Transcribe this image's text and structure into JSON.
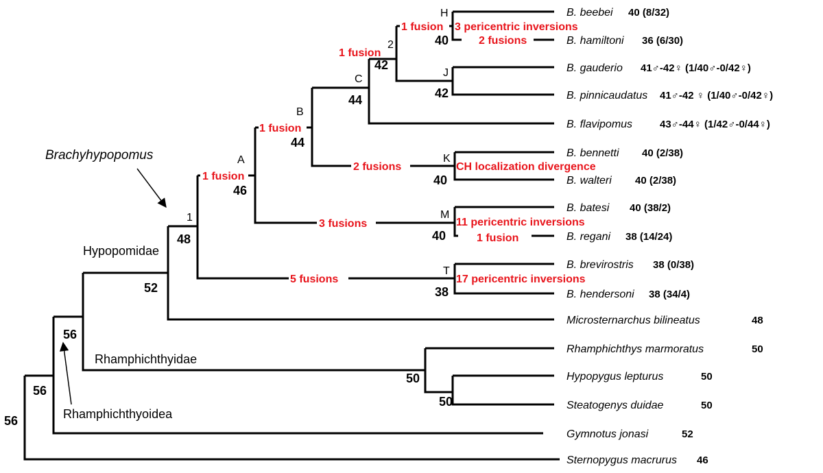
{
  "taxa": [
    {
      "name": "B. beebei",
      "count": "40 (8/32)"
    },
    {
      "name": "B. hamiltoni",
      "count": "36 (6/30)"
    },
    {
      "name": "B. gauderio",
      "count": "41♂-42♀ (1/40♂-0/42♀)"
    },
    {
      "name": "B. pinnicaudatus",
      "count": "41♂-42 ♀ (1/40♂-0/42♀)"
    },
    {
      "name": "B. flavipomus",
      "count": "43♂-44♀ (1/42♂-0/44♀)"
    },
    {
      "name": "B. bennetti",
      "count": "40 (2/38)"
    },
    {
      "name": "B. walteri",
      "count": "40 (2/38)"
    },
    {
      "name": "B. batesi",
      "count": "40 (38/2)"
    },
    {
      "name": "B. regani",
      "count": "38 (14/24)"
    },
    {
      "name": "B. brevirostris",
      "count": "38 (0/38)"
    },
    {
      "name": "B. hendersoni",
      "count": "38 (34/4)"
    },
    {
      "name": "Microsternarchus bilineatus",
      "count": "48"
    },
    {
      "name": "Rhamphichthys marmoratus",
      "count": "50"
    },
    {
      "name": "Hypopygus lepturus",
      "count": "50"
    },
    {
      "name": "Steatogenys duidae",
      "count": "50"
    },
    {
      "name": "Gymnotus jonasi",
      "count": "52"
    },
    {
      "name": "Sternopygus macrurus",
      "count": "46"
    }
  ],
  "node_labels": [
    "H",
    "2",
    "J",
    "C",
    "B",
    "A",
    "K",
    "M",
    "T",
    "1"
  ],
  "node_numbers": [
    "40",
    "42",
    "42",
    "44",
    "44",
    "46",
    "40",
    "40",
    "38",
    "48",
    "52",
    "56",
    "56",
    "56",
    "50",
    "50"
  ],
  "events": [
    "1 fusion",
    "3 pericentric inversions",
    "2 fusions",
    "1 fusion",
    "1 fusion",
    "1 fusion",
    "2 fusions",
    "CH localization divergence",
    "3 fusions",
    "11 pericentric inversions",
    "1 fusion",
    "5 fusions",
    "17 pericentric inversions"
  ],
  "clades": {
    "genus": "Brachyhypopomus",
    "hypopomidae": "Hypopomidae",
    "rhamphichthyidae": "Rhamphichthyidae",
    "rhamphichthyoidea": "Rhamphichthyoidea"
  },
  "colors": {
    "branch": "#000000",
    "event": "#e8141b",
    "text": "#000000"
  }
}
